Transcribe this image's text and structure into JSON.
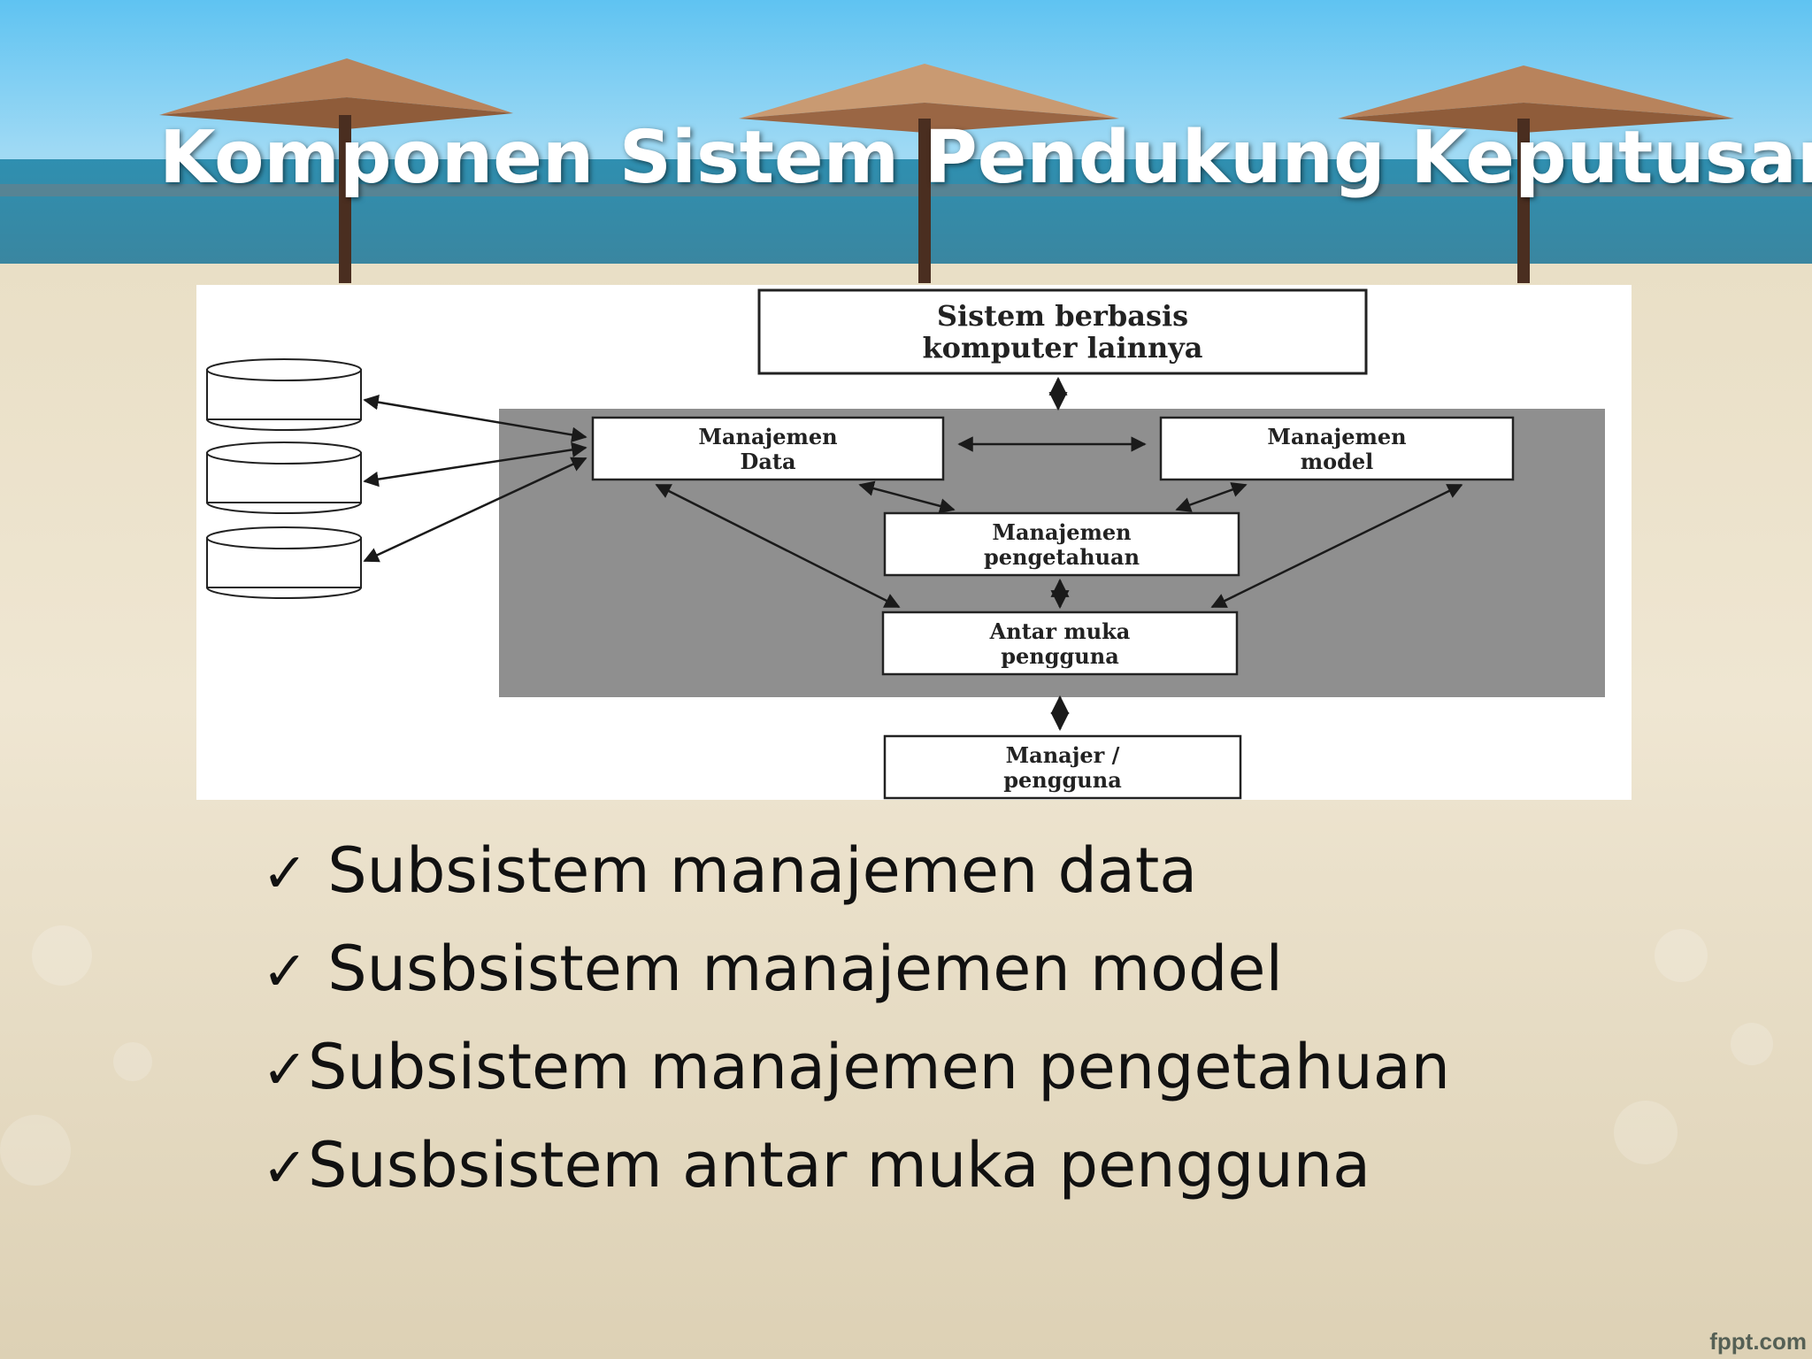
{
  "slide": {
    "title": "Komponen Sistem Pendukung Keputusan",
    "watermark": "fppt.com"
  },
  "diagram": {
    "external_system": {
      "line1": "Sistem berbasis",
      "line2": "komputer lainnya"
    },
    "data_management": {
      "line1": "Manajemen",
      "line2": "Data"
    },
    "model_management": {
      "line1": "Manajemen",
      "line2": "model"
    },
    "knowledge_management": {
      "line1": "Manajemen",
      "line2": "pengetahuan"
    },
    "user_interface": {
      "line1": "Antar muka",
      "line2": "pengguna"
    },
    "manager_user": {
      "line1": "Manajer /",
      "line2": "pengguna"
    }
  },
  "bullets": [
    {
      "check": "✓",
      "text": " Subsistem manajemen data"
    },
    {
      "check": "✓",
      "text": "  Susbsistem manajemen model"
    },
    {
      "check": "✓",
      "text": "Subsistem manajemen pengetahuan"
    },
    {
      "check": "✓",
      "text": "Susbsistem antar muka pengguna"
    }
  ]
}
